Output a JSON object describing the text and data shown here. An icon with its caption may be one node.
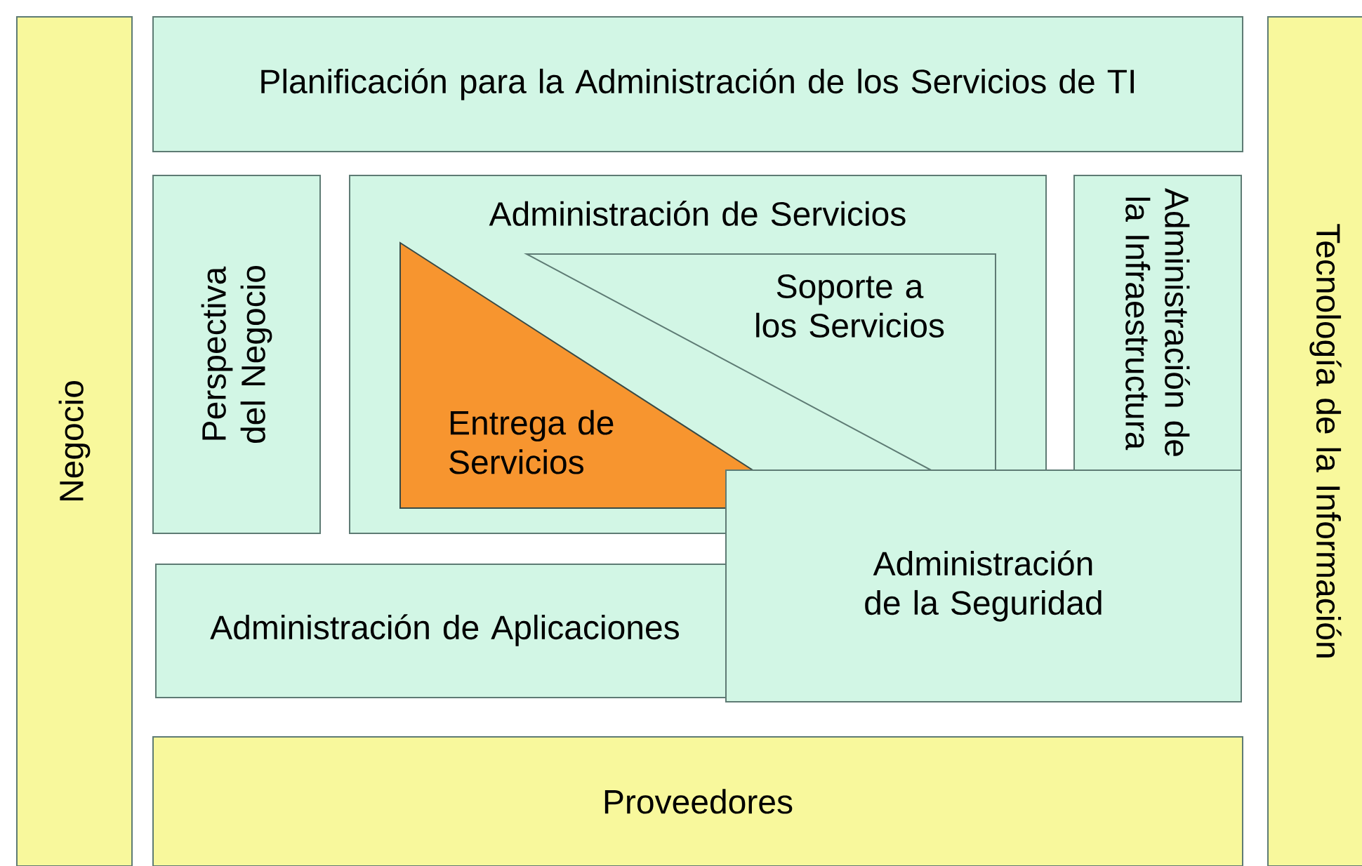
{
  "diagram": {
    "nodes": [
      {
        "text": [
          "Negocio"
        ]
      },
      {
        "text": [
          "Planificación para la Administración de los Servicios de TI"
        ]
      },
      {
        "text": [
          "Perspectiva del Negocio"
        ]
      },
      {
        "text": [
          "Administración de Servicios"
        ]
      },
      {
        "text": [
          "Soporte a los Servicios"
        ],
        "in": 3
      },
      {
        "text": [
          "Entrega de Servicios"
        ],
        "in": 3
      },
      {
        "text": [
          "Administración de la Infraestructura"
        ]
      },
      {
        "text": [
          "Administración de Aplicaciones"
        ]
      },
      {
        "text": [
          "Administración de la Seguridad"
        ]
      },
      {
        "text": [
          "Proveedores"
        ]
      },
      {
        "text": [
          "Tecnología de la Información"
        ]
      }
    ]
  }
}
